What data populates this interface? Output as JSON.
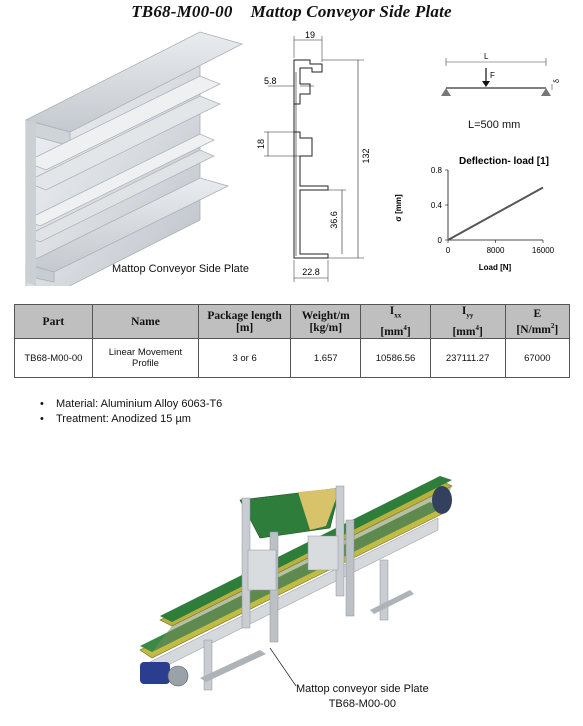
{
  "header": {
    "part_code": "TB68-M00-00",
    "part_name": "Mattop Conveyor Side Plate"
  },
  "profile_caption": "Mattop Conveyor Side Plate",
  "drawing_dims": {
    "d19": "19",
    "d5_8": "5.8",
    "d18": "18",
    "d132": "132",
    "d36_6": "36.6",
    "d22_8": "22.8"
  },
  "beam": {
    "length_symbol": "L",
    "force_symbol": "F",
    "deflection_symbol": "δ",
    "span_text": "L=500 mm"
  },
  "graph": {
    "title": "Deflection- load [1]",
    "ylabel": "σ [mm]",
    "xlabel": "Load [N]",
    "y_ticks": [
      "0",
      "0.4",
      "0.8"
    ],
    "x_ticks": [
      "0",
      "8000",
      "16000"
    ]
  },
  "chart_data": {
    "type": "line",
    "title": "Deflection- load [1]",
    "xlabel": "Load [N]",
    "ylabel": "σ [mm]",
    "xlim": [
      0,
      16000
    ],
    "ylim": [
      0,
      0.8
    ],
    "x_ticks": [
      0,
      8000,
      16000
    ],
    "y_ticks": [
      0,
      0.4,
      0.8
    ],
    "grid": false,
    "series": [
      {
        "x": [
          0,
          16000
        ],
        "y": [
          0,
          0.6
        ]
      }
    ]
  },
  "table": {
    "headers": [
      {
        "main": "Part",
        "unit": ""
      },
      {
        "main": "Name",
        "unit": ""
      },
      {
        "main": "Package length",
        "unit": "[m]"
      },
      {
        "main": "Weight/m",
        "unit": "[kg/m]"
      },
      {
        "main": "I",
        "sub": "xx",
        "unit": "[mm",
        "sup": "4",
        "unit_end": "]"
      },
      {
        "main": "I",
        "sub": "yy",
        "unit": "[mm",
        "sup": "4",
        "unit_end": "]"
      },
      {
        "main": "E",
        "unit": "[N/mm",
        "sup": "2",
        "unit_end": "]"
      }
    ],
    "row": {
      "part": "TB68-M00-00",
      "name_line1": "Linear Movement",
      "name_line2": "Profile",
      "package_length": "3 or 6",
      "weight": "1.657",
      "ixx": "10586.56",
      "iyy": "237111.27",
      "e": "67000"
    }
  },
  "notes": [
    "Material: Aluminium Alloy 6063-T6",
    "Treatment: Anodized 15 µm"
  ],
  "bottom_caption": {
    "line1": "Mattop conveyor side Plate",
    "line2": "TB68-M00-00"
  },
  "colors": {
    "table_header_bg": "#bfbfbf",
    "conveyor_green": "#2f7d3b",
    "conveyor_yellow": "#b8b23c",
    "frame_gray": "#c9cdd2",
    "motor_blue": "#2a3d8f"
  }
}
